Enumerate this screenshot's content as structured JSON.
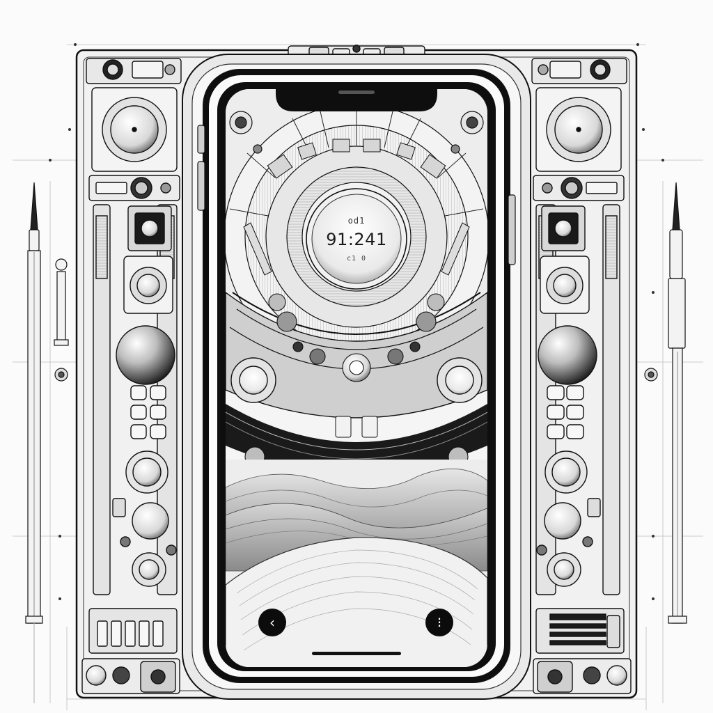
{
  "screen": {
    "clock_top": "od1",
    "clock_time": "91:241",
    "clock_bottom": "c1 0"
  },
  "nav": {
    "back_icon": "‹",
    "options_icon": "⁝"
  },
  "colors": {
    "ink": "#111111",
    "paper": "#fbfbfb",
    "panel": "#ededed",
    "mid": "#9a9a9a"
  }
}
